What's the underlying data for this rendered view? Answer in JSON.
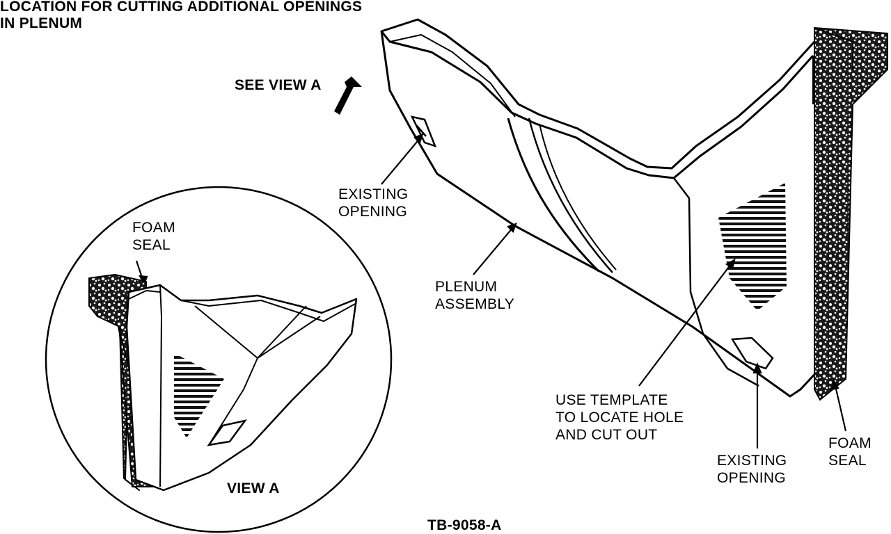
{
  "title": {
    "line1": "LOCATION FOR CUTTING ADDITIONAL OPENINGS",
    "line2": "IN PLENUM"
  },
  "labels": {
    "see_view_a": "SEE VIEW A",
    "existing_opening_left": [
      "EXISTING",
      "OPENING"
    ],
    "plenum_assembly": [
      "PLENUM",
      "ASSEMBLY"
    ],
    "use_template": [
      "USE TEMPLATE",
      "TO LOCATE HOLE",
      "AND CUT OUT"
    ],
    "existing_opening_bottom": [
      "EXISTING",
      "OPENING"
    ],
    "foam_seal_right": [
      "FOAM",
      "SEAL"
    ],
    "foam_seal_view": [
      "FOAM",
      "SEAL"
    ],
    "view_a": "VIEW A"
  },
  "figure_number": "TB-9058-A"
}
